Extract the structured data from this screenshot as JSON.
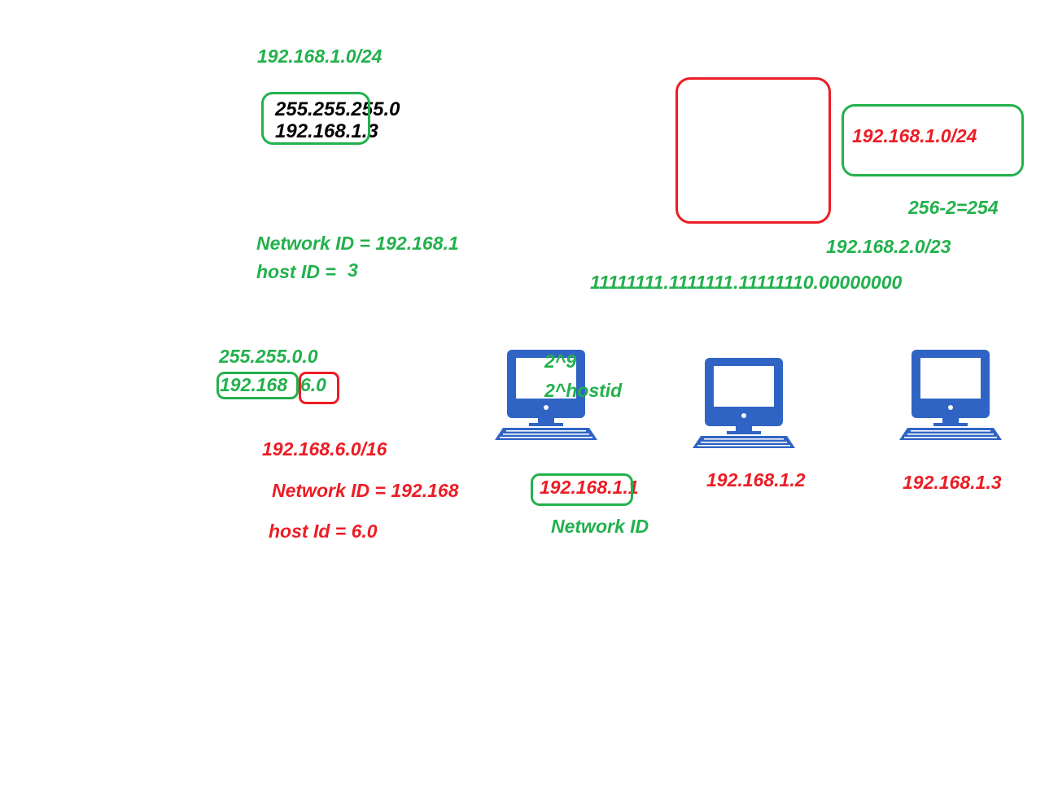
{
  "colors": {
    "green": "#22b14c",
    "red": "#ed1c24",
    "black": "#000000",
    "computer_blue": "#2f64c4"
  },
  "notes": {
    "cidr_top": "192.168.1.0/24",
    "mask_line": "255.255.255.0",
    "ip_line": "192.168.1.3",
    "network_id_line": "Network ID = 192.168.1",
    "host_id_prefix": "host ID = ",
    "host_id_value": "3",
    "mask_b": "255.255.0.0",
    "ip_b_net": "192.168",
    "ip_b_host": "6.0",
    "cidr_b": "192.168.6.0/16",
    "network_id_b": "Network ID = 192.168",
    "host_id_b": "host Id = 6.0",
    "cidr_right": "192.168.1.0/24",
    "calc_hosts": "256-2=254",
    "cidr_23": "192.168.2.0/23",
    "binary_mask": "11111111.1111111.11111110.00000000",
    "power": "2^9",
    "power_formula": "2^hostid",
    "network_id_caption": "Network ID"
  },
  "computers": [
    {
      "icon": "computer-icon",
      "ip": "192.168.1.1"
    },
    {
      "icon": "computer-icon",
      "ip": "192.168.1.2"
    },
    {
      "icon": "computer-icon",
      "ip": "192.168.1.3"
    }
  ]
}
